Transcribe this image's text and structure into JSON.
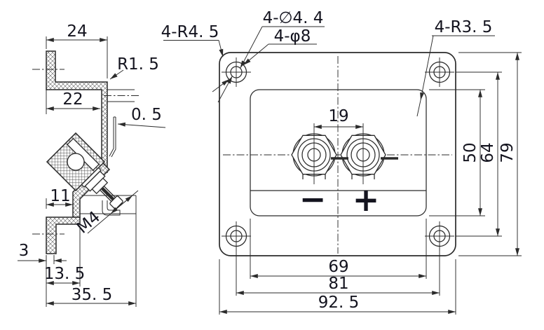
{
  "drawing": {
    "side_view": {
      "dims": {
        "top_width": "24",
        "corner_radius": "R1. 5",
        "inner_width": "22",
        "plate_thickness": "0. 5",
        "lower_offset": "11",
        "thread": "M4",
        "tab_thickness": "3",
        "foot_width": "13. 5",
        "total_depth": "35. 5"
      }
    },
    "front_view": {
      "labels": {
        "corner_radius": "4-R4. 5",
        "small_hole": "4-∅4. 4",
        "large_hole": "4-φ8",
        "recess_radius": "4-R3. 5"
      },
      "dims": {
        "terminal_spacing": "19",
        "recess_height": "50",
        "hole_spacing_vertical": "64",
        "plate_height": "79",
        "recess_width": "69",
        "hole_spacing_horizontal": "81",
        "plate_width": "92. 5"
      },
      "polarity": {
        "minus": "−",
        "plus": "+"
      }
    },
    "colors": {
      "line": "#2b2b2b",
      "text": "#14141f",
      "background": "#ffffff"
    }
  }
}
